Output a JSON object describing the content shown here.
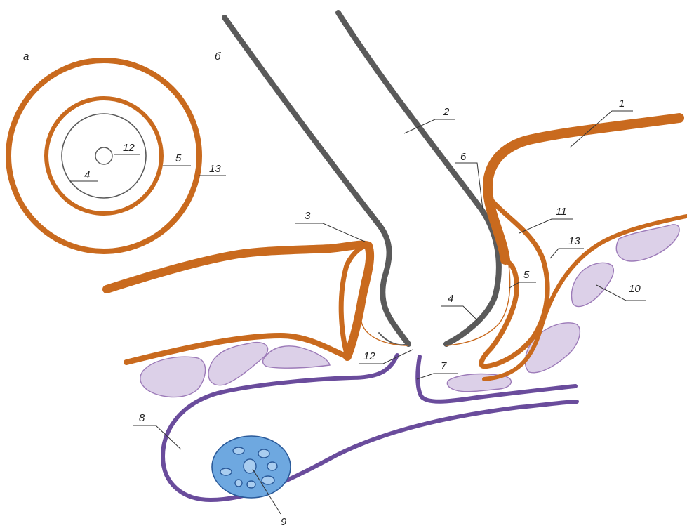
{
  "panels": {
    "a": "а",
    "b": "б"
  },
  "labels": {
    "n1": "1",
    "n2": "2",
    "n3": "3",
    "n4": "4",
    "n5": "5",
    "n6": "6",
    "n7": "7",
    "n8": "8",
    "n9": "9",
    "n10": "10",
    "n11": "11",
    "n12": "12",
    "n13": "13"
  },
  "colors": {
    "orange": "#c96a1e",
    "gray": "#5a5a5a",
    "purple": "#6a4c9c",
    "lavender_fill": "#dcd0e8",
    "lavender_stroke": "#9c7ab8",
    "blue_fill": "#6ea8e0",
    "blue_stroke": "#2a5a9a",
    "inner_blue": "#a9cdf0"
  }
}
